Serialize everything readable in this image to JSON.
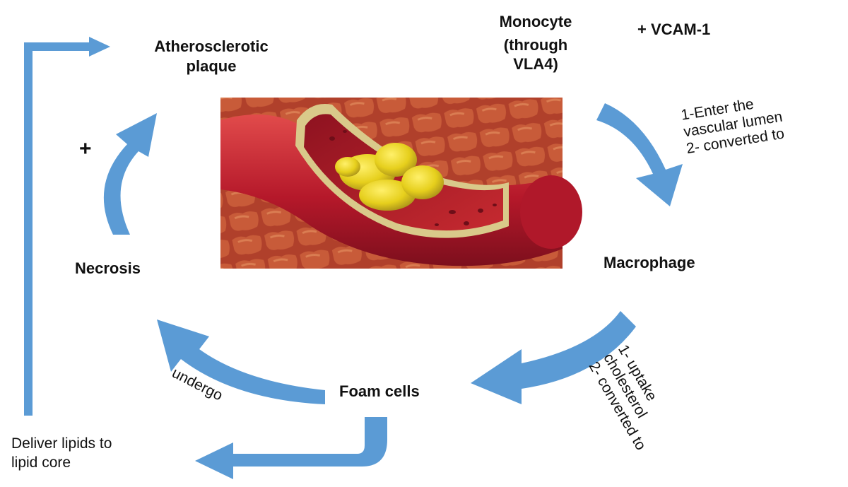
{
  "nodes": {
    "plaque": [
      "Atherosclerotic",
      "plaque"
    ],
    "monocyte": [
      "Monocyte",
      "(through",
      "VLA4)"
    ],
    "vcam": "+ VCAM-1",
    "macrophage": "Macrophage",
    "foam": "Foam cells",
    "necrosis": "Necrosis",
    "plus": "+"
  },
  "edges": {
    "monocyte_to_macrophage": [
      "1-Enter the",
      "vascular lumen",
      "2- converted to"
    ],
    "macrophage_to_foam": [
      "1- uptake",
      "cholesterol",
      "2- converted to"
    ],
    "foam_to_necrosis": "undergo",
    "foam_to_core": [
      "Deliver lipids to",
      "lipid core"
    ]
  },
  "illustration": {
    "subject": "cross-section of artery with plaque",
    "colors": {
      "tissue": "#b5412e",
      "vessel": "#c8202c",
      "plaque": "#e3cf1e",
      "wall": "#d9c98a"
    }
  },
  "colors": {
    "arrow": "#5b9bd5",
    "text": "#111111"
  }
}
